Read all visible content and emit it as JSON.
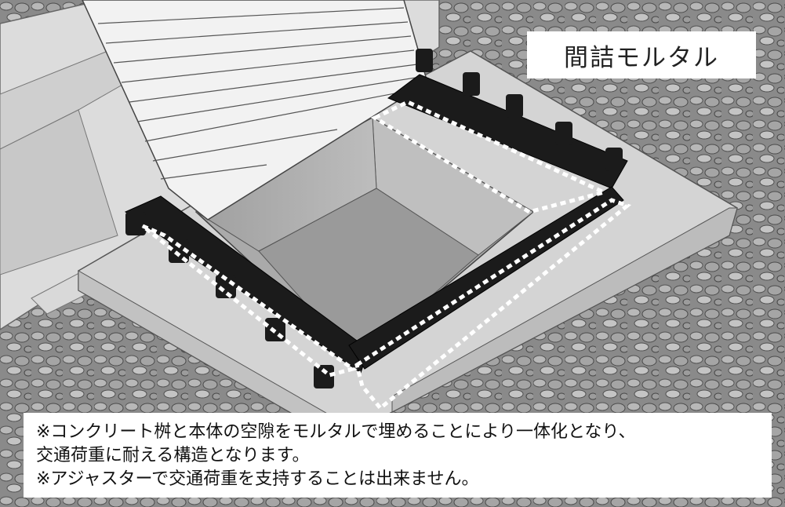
{
  "callout": {
    "label": "間詰モルタル"
  },
  "notes": {
    "line1": "※コンクリート桝と本体の空隙をモルタルで埋めることにより一体化となり、",
    "line2": "交通荷重に耐える構造となります。",
    "line3": "※アジャスターで交通荷重を支持することは出来ません。"
  },
  "colors": {
    "gravel": "#8d8d8d",
    "concrete": "#d6d6d6",
    "frame": "#1b1b1b",
    "dotted_outline": "#ffffff"
  }
}
